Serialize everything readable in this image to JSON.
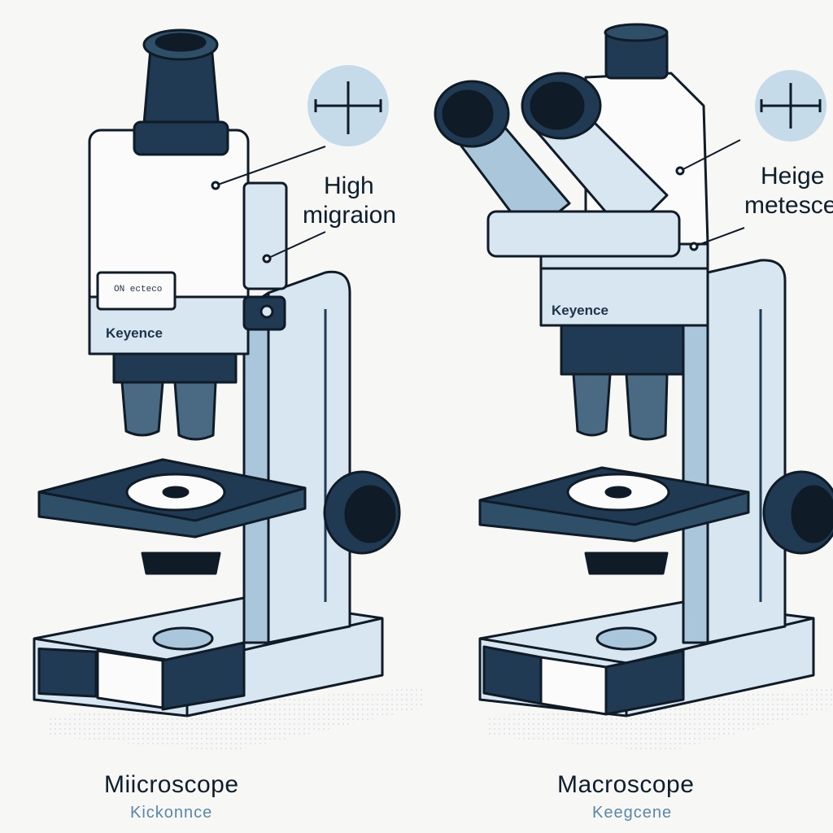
{
  "left": {
    "callout": [
      "High",
      "migraion"
    ],
    "display": "ON ecteco",
    "brand": "Keyence",
    "caption_title": "Miicroscope",
    "caption_sub": "Kickonnce"
  },
  "right": {
    "callout": [
      "Heige",
      "metesce"
    ],
    "brand": "Keyence",
    "caption_title": "Macroscope",
    "caption_sub": "Keegcene"
  },
  "colors": {
    "outline": "#0f1b27",
    "light_blue": "#d7e6f1",
    "mid_blue": "#a9c6db",
    "dark_navy": "#1f3a52",
    "white": "#fbfbfb",
    "badge": "#c5dbe9"
  },
  "icons": [
    "crosshair-icon",
    "crosshair-icon"
  ]
}
